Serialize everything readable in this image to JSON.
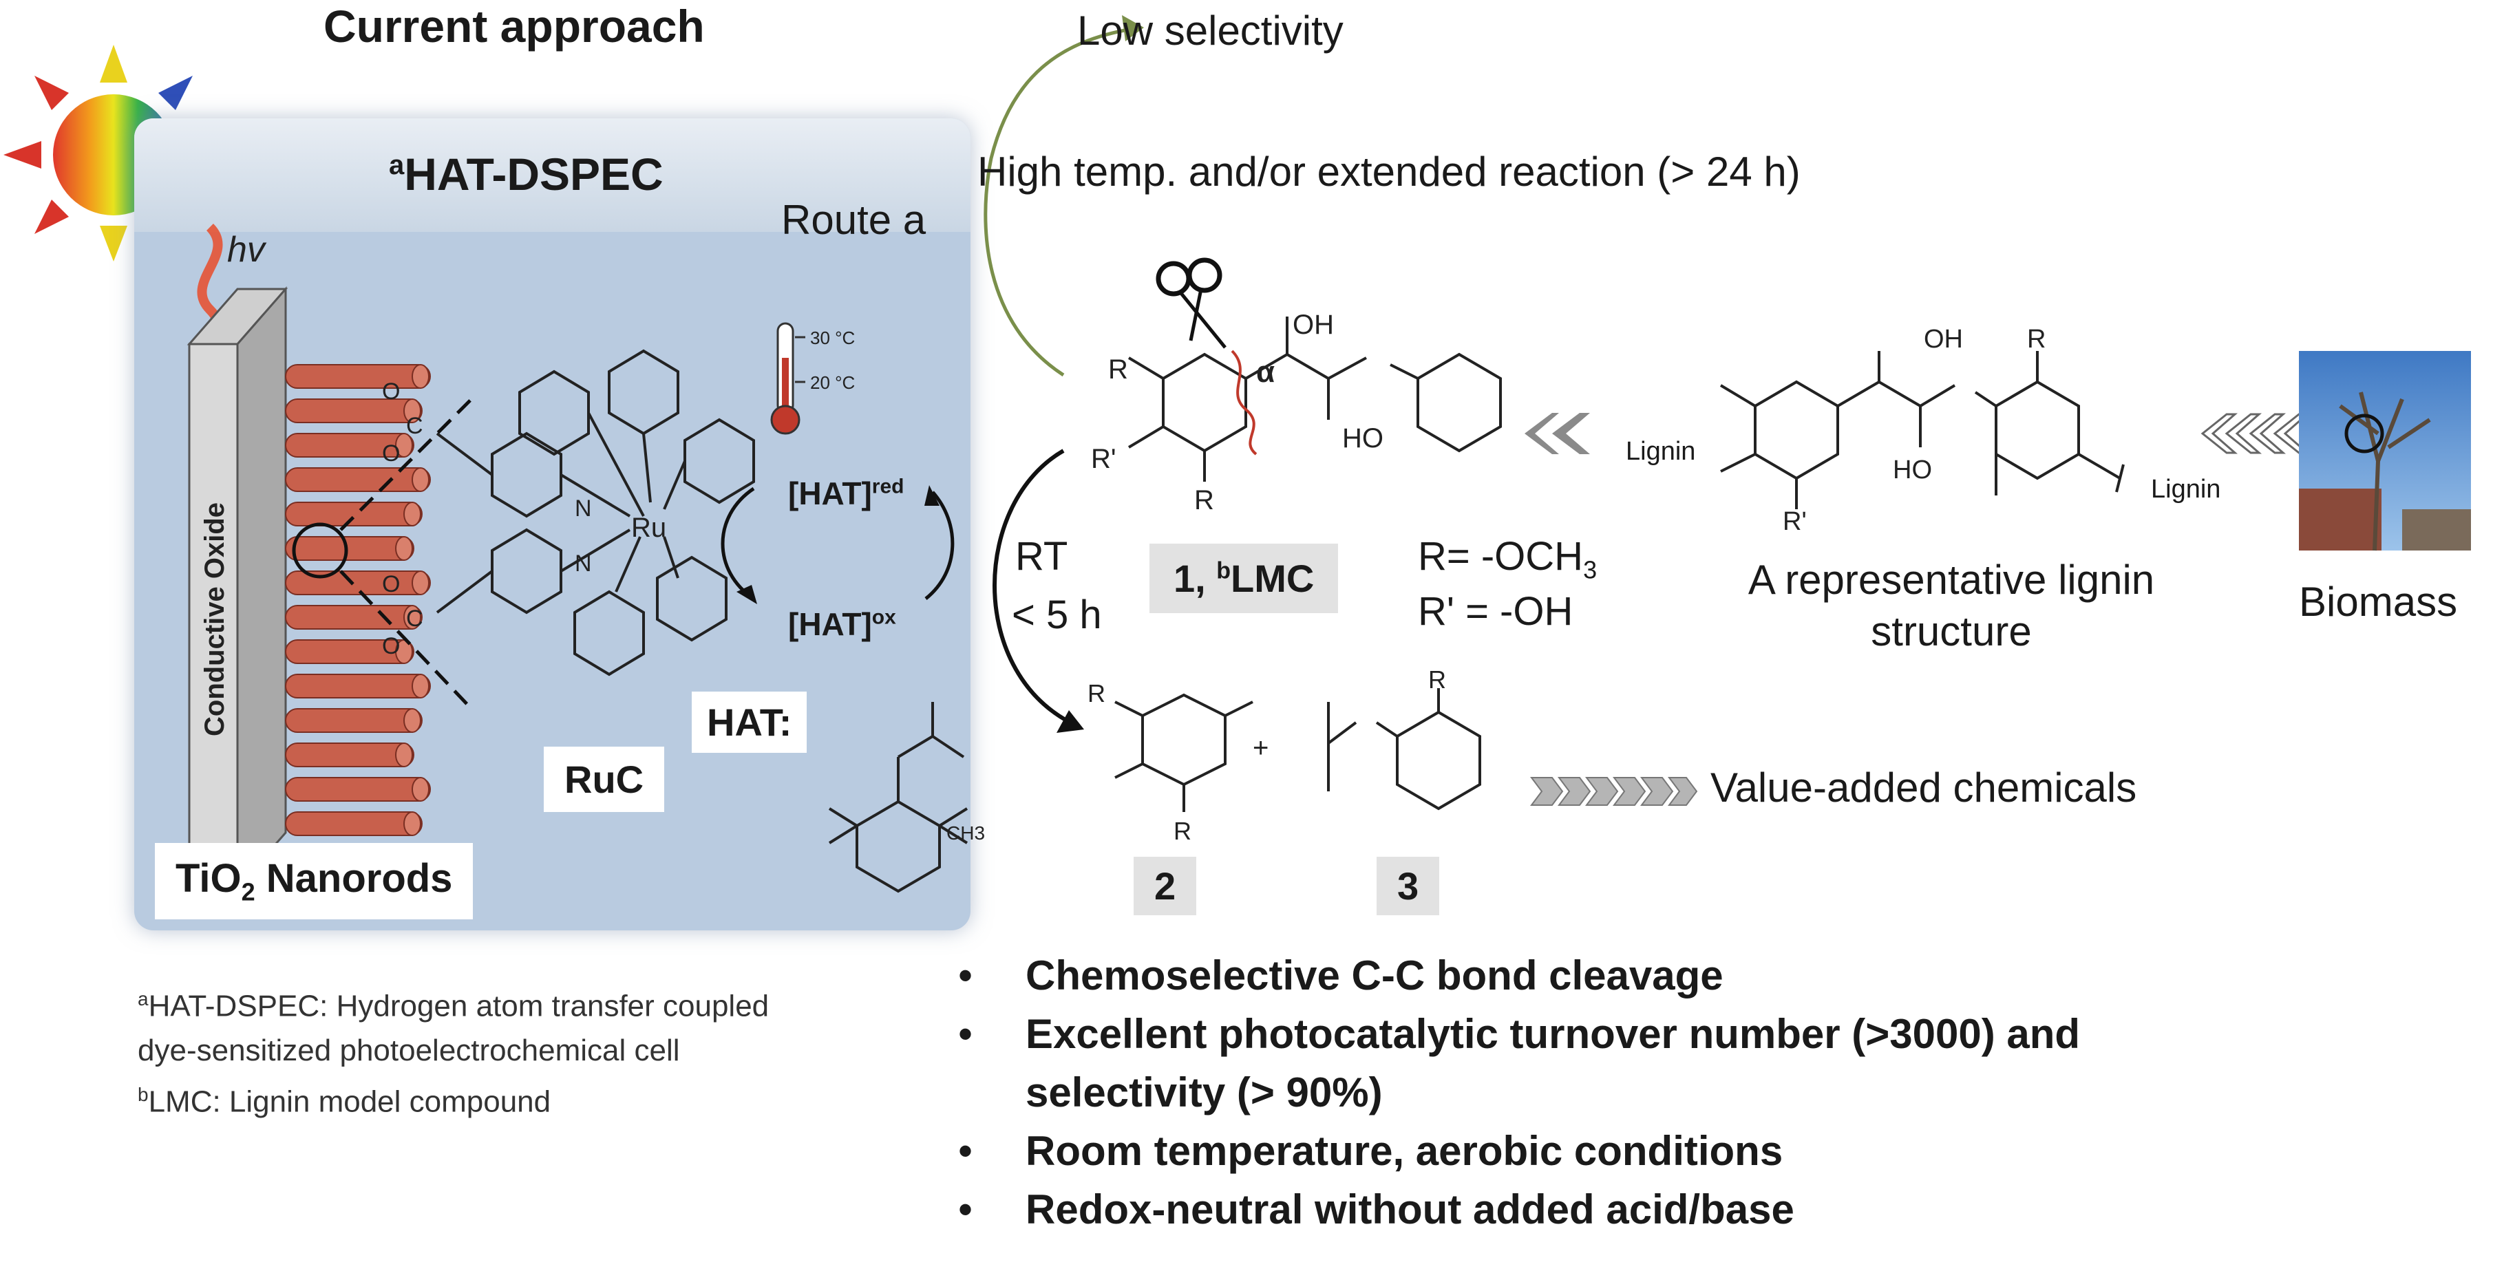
{
  "title": "Current approach",
  "panel": {
    "heading_sup": "a",
    "heading": "HAT-DSPEC",
    "hv_label": "hv",
    "conductive_oxide": "Conductive Oxide",
    "thermo_high": "30 °C",
    "thermo_low": "20 °C",
    "hat_red": "[HAT]",
    "hat_red_sup": "red",
    "hat_ox": "[HAT]",
    "hat_ox_sup": "ox",
    "hat_label": "HAT:",
    "ruc_label": "RuC",
    "tio2_label": "TiO",
    "tio2_sub": "2",
    "tio2_rest": " Nanorods",
    "ru_label": "Ru",
    "n_label": "N",
    "c_label": "C",
    "o_label": "O",
    "ch3_label": "CH3"
  },
  "route": {
    "label": "Route a",
    "low_selectivity": "Low selectivity",
    "conditions": "High temp. and/or extended reaction (> 24 h)",
    "rt": "RT",
    "time": "< 5 h"
  },
  "lmc": {
    "label_prefix": "1, ",
    "label_sup": "b",
    "label_main": "LMC",
    "r_def": "R= -OCH",
    "r_def_sub": "3",
    "r2_def": "R' = -OH",
    "alpha": "α",
    "oh": "OH",
    "ho": "HO",
    "r": "R",
    "r_prime": "R'"
  },
  "lignin": {
    "caption_line1": "A representative lignin",
    "caption_line2": "structure",
    "left_label": "Lignin",
    "right_label": "Lignin"
  },
  "biomass": {
    "label": "Biomass"
  },
  "products": {
    "p2": "2",
    "p3": "3",
    "plus": "+",
    "value_added": "Value-added chemicals"
  },
  "footnotes": {
    "a_sup": "a",
    "a_text_line1": "HAT-DSPEC: Hydrogen atom transfer coupled",
    "a_text_line2": "dye-sensitized photoelectrochemical cell",
    "b_sup": "b",
    "b_text": "LMC: Lignin model compound"
  },
  "bullets": [
    "Chemoselective C-C bond cleavage",
    "Excellent photocatalytic turnover number (>3000) and",
    "selectivity (> 90%)",
    "Room temperature, aerobic conditions",
    "Redox-neutral without added acid/base"
  ],
  "colors": {
    "panel": "#b9cbe0",
    "nanorod": "#c8604c",
    "arrow_green": "#7a8f4a",
    "thermo_red": "#c0392b"
  }
}
